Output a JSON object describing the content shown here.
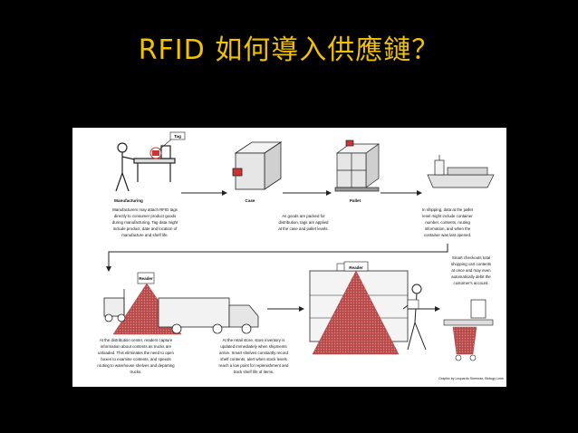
{
  "title": "RFID 如何導入供應鏈？",
  "diagram": {
    "labels": {
      "tag": "Tag",
      "manufacturing": "Manufacturing",
      "case": "Case",
      "pallet": "Pallet",
      "reader_dc": "Reader",
      "reader_store": "Reader"
    },
    "captions": {
      "manufacturing": [
        "Manufacturers may attach RFID tags",
        "directly to consumer product goods",
        "during manufacturing. Tag data might",
        "include product, date and location of",
        "manufacture and shelf life."
      ],
      "case": [
        "As goods are packed for",
        "distribution, tags are applied",
        "at the case and pallet levels."
      ],
      "shipping": [
        "In shipping, data at the pallet",
        "level might include container",
        "number, contents, routing",
        "information, and when the",
        "container was last opened."
      ],
      "checkout": [
        "Smart checkouts total",
        "shopping cart contents",
        "at once and may even",
        "automatically debit the",
        "customer's account."
      ],
      "distribution": [
        "At the distribution center, readers capture",
        "information about contents as trucks are",
        "unloaded. This eliminates the need to open",
        "boxes to examine contents, and speeds",
        "routing to warehouse shelves and departing",
        "trucks."
      ],
      "retail": [
        "At the retail store, store inventory is",
        "updated immediately when shipments",
        "arrive. Smart shelves constantly record",
        "shelf contents, alert when stock levels",
        "reach a low point for replenishment and",
        "track shelf life of items."
      ]
    },
    "credit": "Graphic by Leopardo Sherman, Biology Lens"
  }
}
